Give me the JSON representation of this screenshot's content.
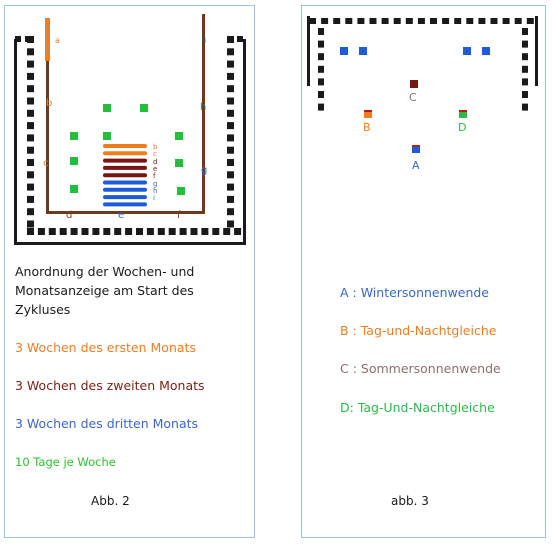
{
  "fig2": {
    "segment_labels": {
      "a": "a",
      "b": "b",
      "c": "c",
      "d": "d",
      "e": "e",
      "f": "f",
      "g": "g",
      "h": "h",
      "i": "i"
    },
    "stack_labels": [
      "b",
      "c",
      "d",
      "e",
      "f",
      "g",
      "h",
      "i"
    ],
    "caption": "Anordnung der Wochen- und Monatsanzeige am Start des Zykluses",
    "legend": [
      {
        "text": "3 Wochen des ersten Monats",
        "color": "#f07c22"
      },
      {
        "text": "3 Wochen des zweiten Monats",
        "color": "#7a1f12"
      },
      {
        "text": "3 Wochen des dritten Monats",
        "color": "#3a67c9"
      },
      {
        "text": "10 Tage je Woche",
        "color": "#2fbf2f"
      }
    ],
    "label": "Abb. 2"
  },
  "fig3": {
    "markers": [
      {
        "letter": "C",
        "color": "#8a7070"
      },
      {
        "letter": "B",
        "color": "#f07c22"
      },
      {
        "letter": "D",
        "color": "#2fb84a"
      },
      {
        "letter": "A",
        "color": "#3a67c9"
      }
    ],
    "legend": [
      {
        "text": "A : Wintersonnenwende",
        "color": "#3a67c9"
      },
      {
        "text": "B : Tag-und-Nachtgleiche",
        "color": "#f07c22"
      },
      {
        "text": "C : Sommersonnenwende",
        "color": "#8a7070"
      },
      {
        "text": "D: Tag-Und-Nachtgleiche",
        "color": "#2fb84a"
      }
    ],
    "label": "abb. 3"
  },
  "colors": {
    "orange": "#f07c22",
    "brown": "#6b3a1c",
    "darkred": "#7a1410",
    "blue": "#1f5bd8",
    "green": "#22c03a"
  }
}
